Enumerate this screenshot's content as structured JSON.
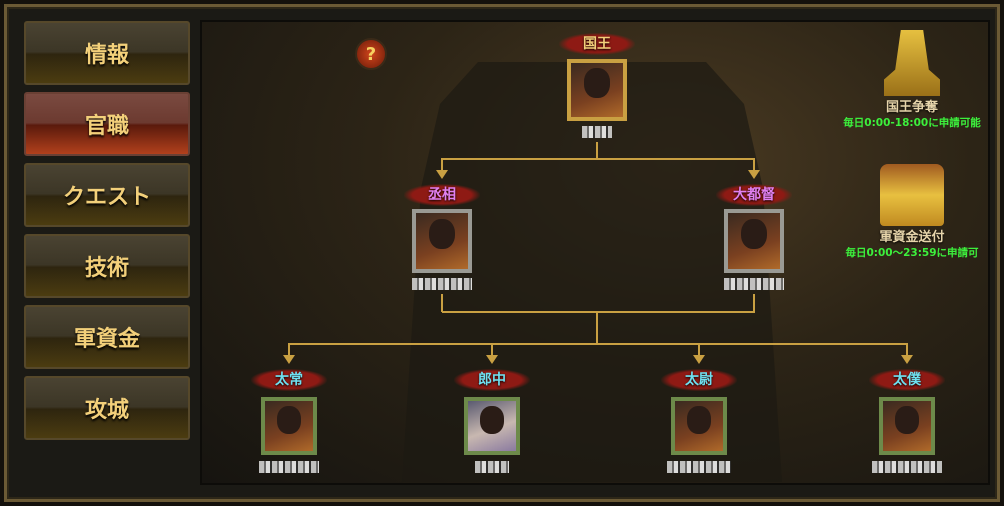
{
  "sidebar": {
    "items": [
      {
        "label": "情報"
      },
      {
        "label": "官職",
        "active": true
      },
      {
        "label": "クエスト"
      },
      {
        "label": "技術"
      },
      {
        "label": "軍資金"
      },
      {
        "label": "攻城"
      }
    ]
  },
  "help": {
    "label": "?"
  },
  "positions": {
    "king": {
      "title": "国王"
    },
    "tier2": [
      {
        "title": "丞相"
      },
      {
        "title": "大都督"
      }
    ],
    "tier3": [
      {
        "title": "太常"
      },
      {
        "title": "郎中"
      },
      {
        "title": "太尉"
      },
      {
        "title": "太僕"
      }
    ]
  },
  "events": [
    {
      "title": "国王争奪",
      "schedule": "毎日0:00-18:00に申請可能"
    },
    {
      "title": "軍資金送付",
      "schedule": "毎日0:00～23:59に申請可"
    }
  ],
  "colors": {
    "line": "#c9a042",
    "schedule": "#3cf03c",
    "active_tab": "#b2401c"
  }
}
